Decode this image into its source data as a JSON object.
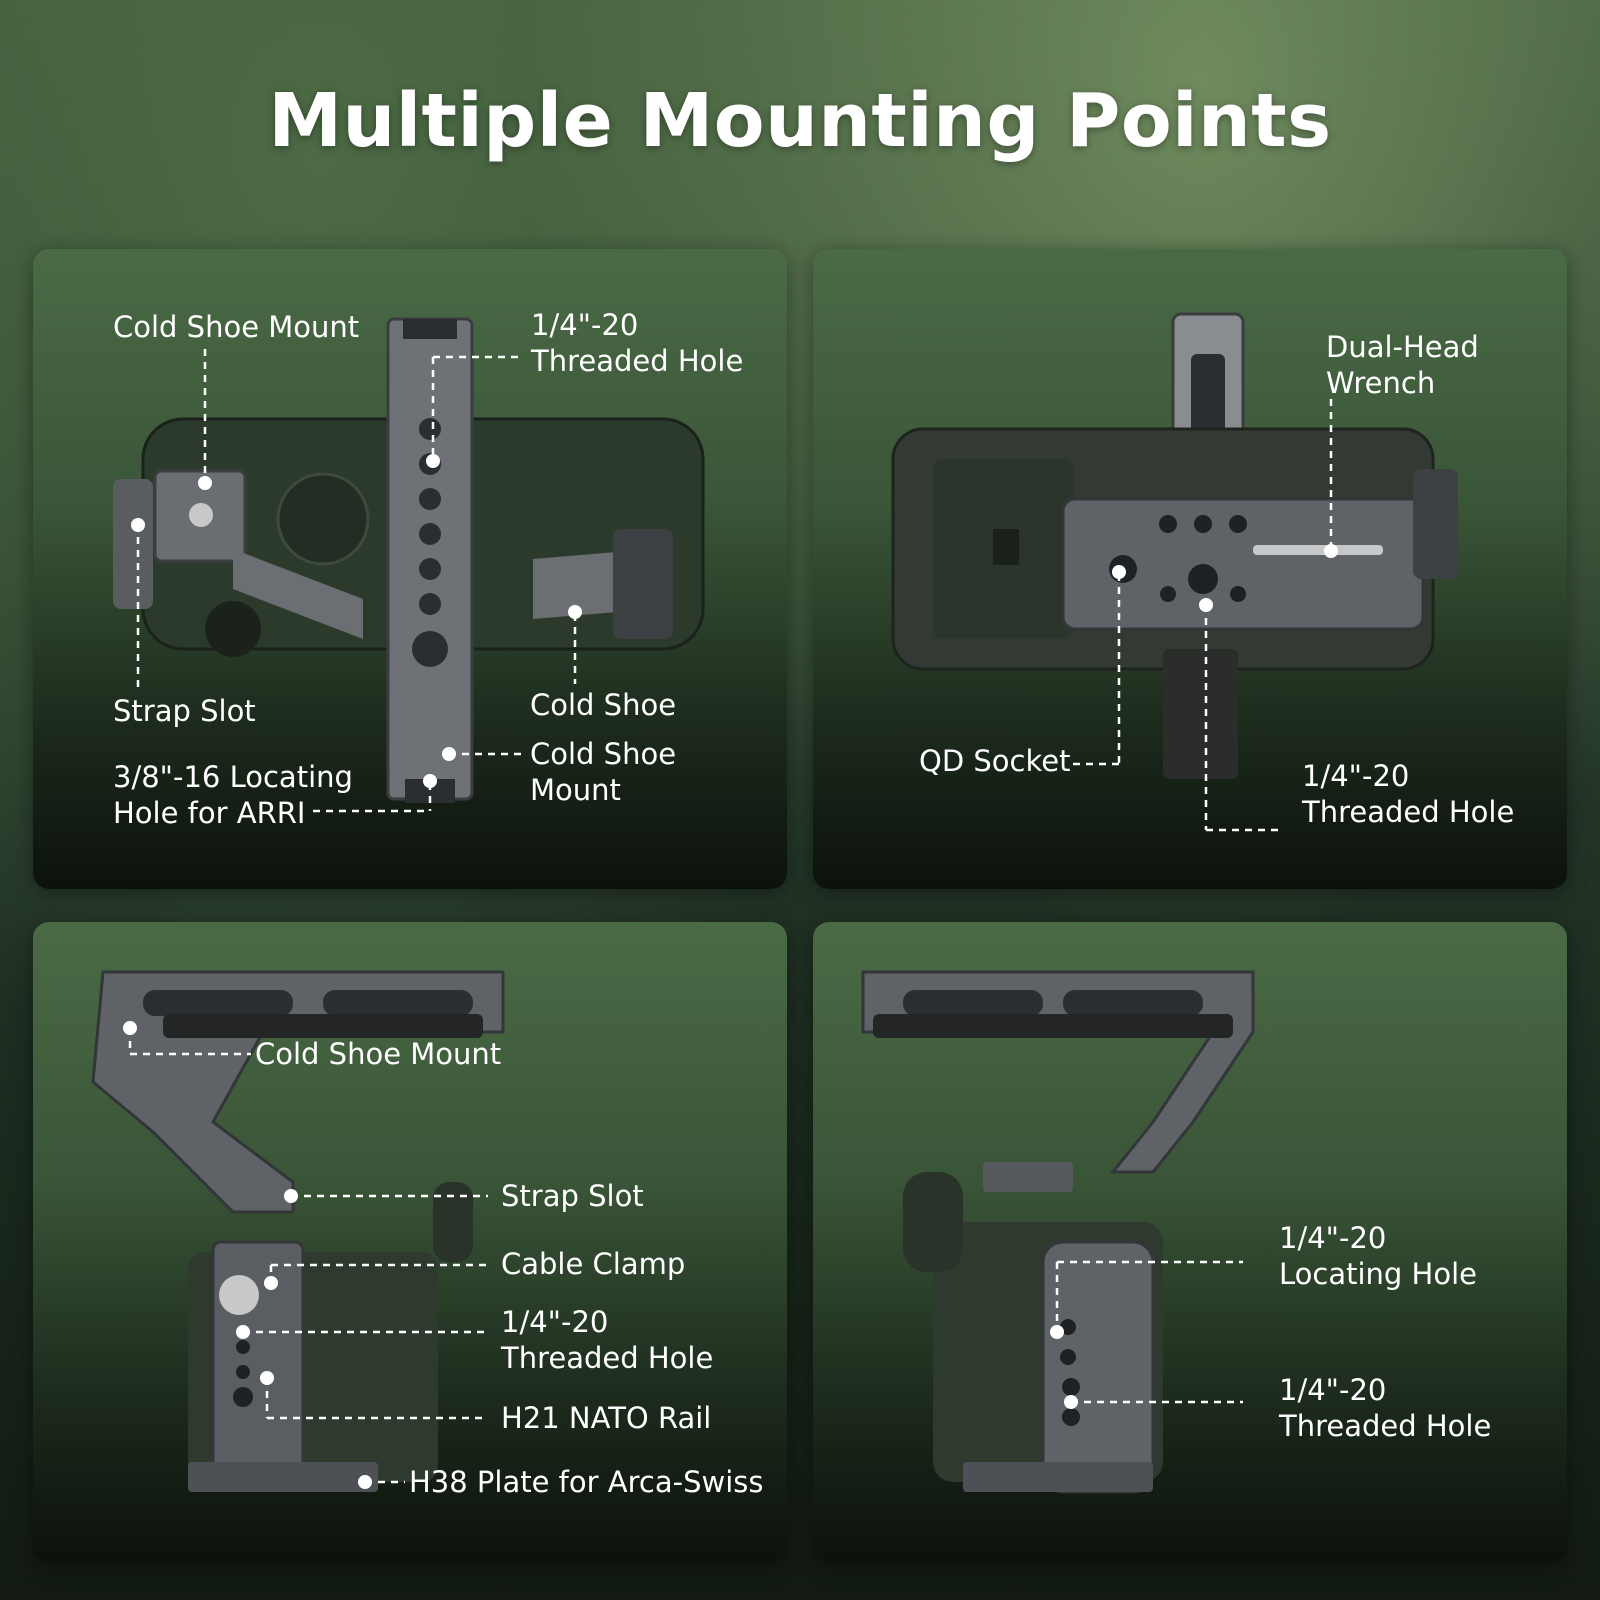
{
  "title": "Multiple Mounting Points",
  "panel1": {
    "cold_shoe_mount_top": "Cold Shoe Mount",
    "threaded_hole_l1": "1/4\"-20",
    "threaded_hole_l2": "Threaded Hole",
    "strap_slot": "Strap Slot",
    "cold_shoe": "Cold Shoe",
    "cold_shoe_mount_l1": "Cold Shoe",
    "cold_shoe_mount_l2": "Mount",
    "arri_l1": "3/8\"-16 Locating",
    "arri_l2": "Hole for ARRI"
  },
  "panel2": {
    "wrench_l1": "Dual-Head",
    "wrench_l2": "Wrench",
    "qd_socket": "QD Socket",
    "threaded_hole_l1": "1/4\"-20",
    "threaded_hole_l2": "Threaded Hole"
  },
  "panel3": {
    "cold_shoe_mount": "Cold Shoe Mount",
    "strap_slot": "Strap Slot",
    "cable_clamp": "Cable Clamp",
    "threaded_hole_l1": "1/4\"-20",
    "threaded_hole_l2": "Threaded Hole",
    "nato_rail": "H21 NATO Rail",
    "arca_plate": "H38 Plate for Arca-Swiss"
  },
  "panel4": {
    "locating_hole_l1": "1/4\"-20",
    "locating_hole_l2": "Locating Hole",
    "threaded_hole_l1": "1/4\"-20",
    "threaded_hole_l2": "Threaded Hole"
  }
}
